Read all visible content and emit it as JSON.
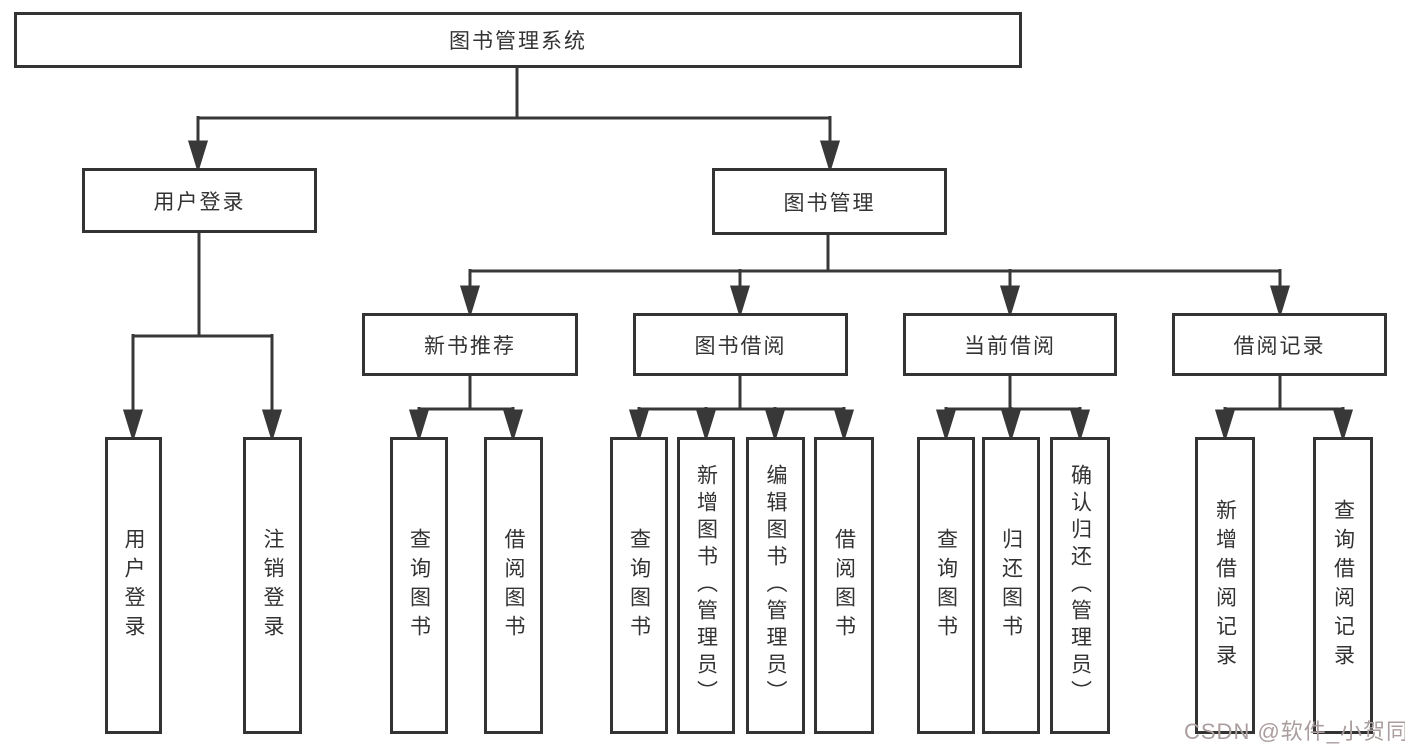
{
  "diagram": {
    "title": "图书管理系统",
    "branches": [
      {
        "label": "用户登录",
        "children": [
          {
            "label": "用户登录"
          },
          {
            "label": "注销登录"
          }
        ]
      },
      {
        "label": "图书管理",
        "children": [
          {
            "label": "新书推荐",
            "children": [
              {
                "label": "查询图书"
              },
              {
                "label": "借阅图书"
              }
            ]
          },
          {
            "label": "图书借阅",
            "children": [
              {
                "label": "查询图书"
              },
              {
                "label": "新增图书（管理员）"
              },
              {
                "label": "编辑图书（管理员）"
              },
              {
                "label": "借阅图书"
              }
            ]
          },
          {
            "label": "当前借阅",
            "children": [
              {
                "label": "查询图书"
              },
              {
                "label": "归还图书"
              },
              {
                "label": "确认归还（管理员）"
              }
            ]
          },
          {
            "label": "借阅记录",
            "children": [
              {
                "label": "新增借阅记录"
              },
              {
                "label": "查询借阅记录"
              }
            ]
          }
        ]
      }
    ]
  },
  "watermark": "CSDN @软件_小贺同学",
  "colors": {
    "line": "#383838",
    "border": "#333333",
    "text": "#333333",
    "background": "#ffffff",
    "watermark": "#ab9e9e"
  }
}
